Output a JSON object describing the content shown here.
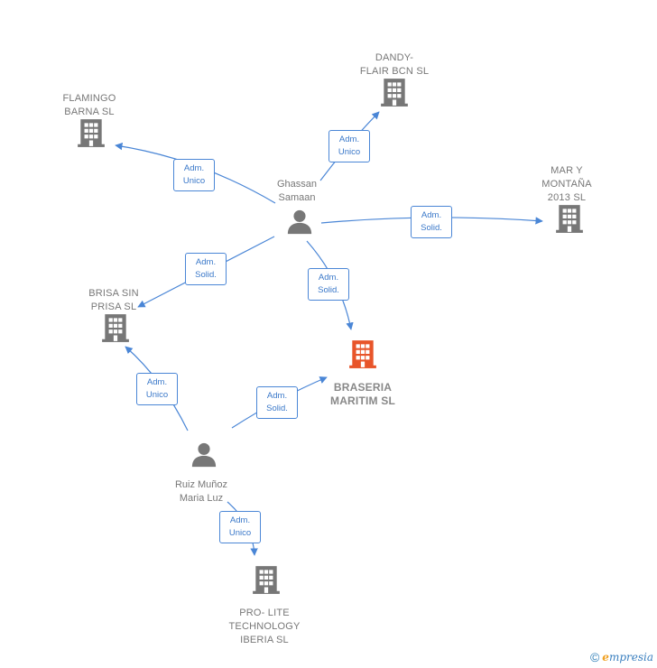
{
  "colors": {
    "edge": "#4a86d6",
    "company": "#777777",
    "company_highlight": "#e8552a",
    "person": "#777777"
  },
  "nodes": [
    {
      "id": "flamingo",
      "kind": "company",
      "label": "FLAMINGO\nBARNA SL"
    },
    {
      "id": "dandy",
      "kind": "company",
      "label": "DANDY-\nFLAIR BCN  SL"
    },
    {
      "id": "mar",
      "kind": "company",
      "label": "MAR Y\nMONTAÑA\n2013  SL"
    },
    {
      "id": "brisa",
      "kind": "company",
      "label": "BRISA SIN\nPRISA  SL"
    },
    {
      "id": "braseria",
      "kind": "company",
      "highlight": true,
      "label": "BRASERIA\nMARITIM  SL"
    },
    {
      "id": "prolite",
      "kind": "company",
      "label": "PRO- LITE\nTECHNOLOGY\nIBERIA  SL"
    },
    {
      "id": "ghassan",
      "kind": "person",
      "label": "Ghassan\nSamaan"
    },
    {
      "id": "ruiz",
      "kind": "person",
      "label": "Ruiz Muñoz\nMaria Luz"
    }
  ],
  "edges": [
    {
      "from": "ghassan",
      "to": "flamingo",
      "label": "Adm.\nUnico"
    },
    {
      "from": "ghassan",
      "to": "dandy",
      "label": "Adm.\nUnico"
    },
    {
      "from": "ghassan",
      "to": "mar",
      "label": "Adm.\nSolid."
    },
    {
      "from": "ghassan",
      "to": "brisa",
      "label": "Adm.\nSolid."
    },
    {
      "from": "ghassan",
      "to": "braseria",
      "label": "Adm.\nSolid."
    },
    {
      "from": "ruiz",
      "to": "brisa",
      "label": "Adm.\nUnico"
    },
    {
      "from": "ruiz",
      "to": "braseria",
      "label": "Adm.\nSolid."
    },
    {
      "from": "ruiz",
      "to": "prolite",
      "label": "Adm.\nUnico"
    }
  ],
  "footer": {
    "copyright": "©",
    "brand_initial": "e",
    "brand_rest": "mpresia"
  }
}
